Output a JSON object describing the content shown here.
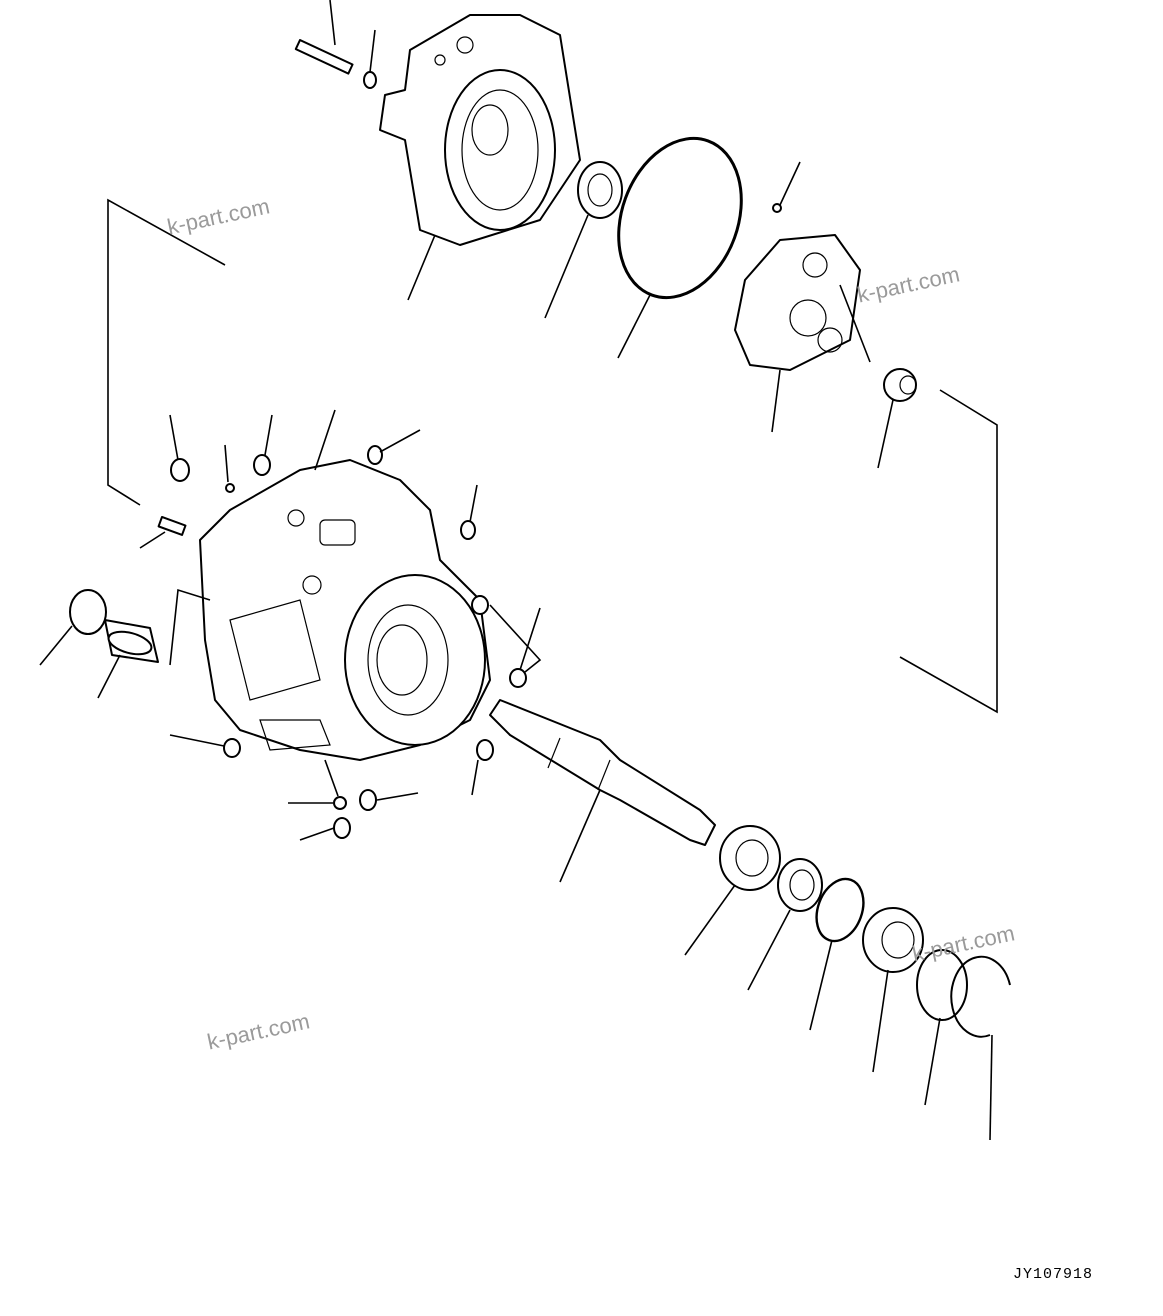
{
  "diagram": {
    "watermarks": [
      "k-part.com",
      "k-part.com",
      "k-part.com",
      "k-part.com"
    ],
    "drawing_code": "JY107918"
  }
}
